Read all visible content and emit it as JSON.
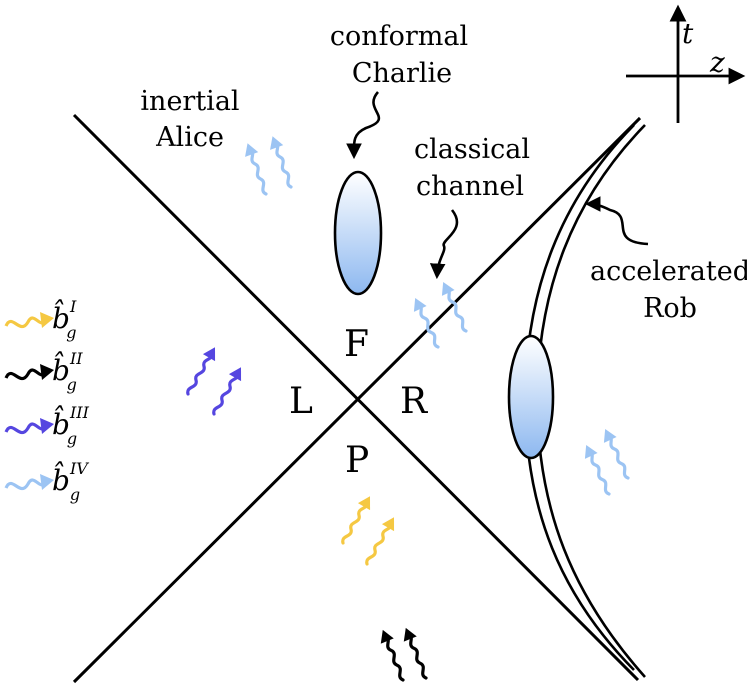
{
  "regions": {
    "future": "F",
    "left": "L",
    "right": "R",
    "past": "P"
  },
  "observers": {
    "alice": [
      "inertial",
      "Alice"
    ],
    "charlie": [
      "conformal",
      "Charlie"
    ],
    "channel": [
      "classical",
      "channel"
    ],
    "rob": [
      "accelerated",
      "Rob"
    ]
  },
  "axes": {
    "time": "t",
    "space": "z"
  },
  "legend": [
    {
      "base": "b̂",
      "sub": "g",
      "sup": "I",
      "color": "#f5c842"
    },
    {
      "base": "b̂",
      "sub": "g",
      "sup": "II",
      "color": "#000000"
    },
    {
      "base": "b̂",
      "sub": "g",
      "sup": "III",
      "color": "#5546e0"
    },
    {
      "base": "b̂",
      "sub": "g",
      "sup": "IV",
      "color": "#9cc4f3"
    }
  ],
  "colors": {
    "mode_I": "#f5c842",
    "mode_II": "#000000",
    "mode_III": "#5546e0",
    "mode_IV": "#9cc4f3",
    "detector_fill_top": "#ffffff",
    "detector_fill_bottom": "#8db8f0"
  }
}
